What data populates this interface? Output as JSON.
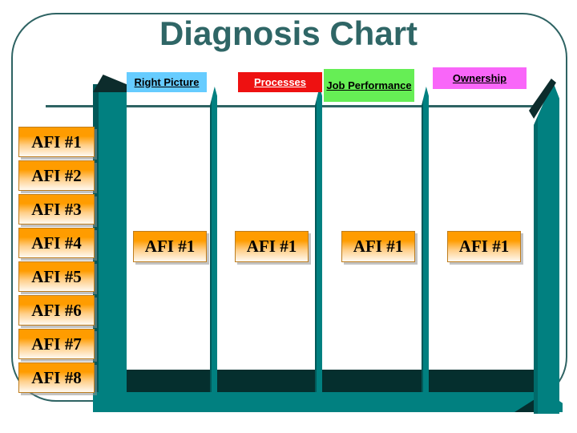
{
  "slide": {
    "title": "Diagnosis Chart"
  },
  "columns": [
    {
      "label": "Right Picture",
      "bg": "#66CCFF",
      "fg": "#000000",
      "card": "AFI #1"
    },
    {
      "label": "Processes",
      "bg": "#EE1111",
      "fg": "#FFFFFF",
      "card": "AFI #1"
    },
    {
      "label": "Job Performance",
      "bg": "#66EE55",
      "fg": "#000000",
      "card": "AFI #1"
    },
    {
      "label": "Ownership",
      "bg": "#F966F9",
      "fg": "#000000",
      "card": "AFI #1"
    }
  ],
  "sidebar": {
    "items": [
      "AFI #1",
      "AFI #2",
      "AFI #3",
      "AFI #4",
      "AFI #5",
      "AFI #6",
      "AFI #7",
      "AFI #8"
    ]
  },
  "colors": {
    "border_teal": "#2E6363",
    "title_teal": "#2F6666",
    "pillar_teal": "#018080",
    "pillar_dark": "#0C2C2C",
    "floor_dark": "#052F2E",
    "card_orange": "#FF9C00",
    "card_border": "#BE7D1E"
  }
}
